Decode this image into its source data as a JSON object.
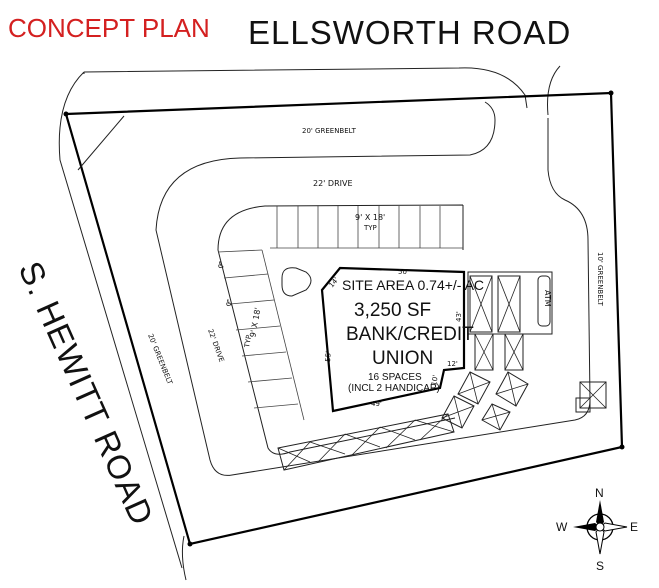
{
  "title": "CONCEPT PLAN",
  "title_color": "#d42020",
  "roads": {
    "north": "ELLSWORTH ROAD",
    "west": "S. HEWITT ROAD"
  },
  "labels": {
    "greenbelt_north": "20' GREENBELT",
    "greenbelt_east": "10' GREENBELT",
    "greenbelt_west": "20' GREENBELT",
    "drive_north": "22' DRIVE",
    "drive_west": "22' DRIVE",
    "stall_north_1": "9' X 18'",
    "stall_north_2": "TYP",
    "stall_west_1": "9' X 18'",
    "stall_west_2": "TYP",
    "atm": "ATM",
    "dim_top": "50'",
    "dim_bottom": "49'",
    "dim_left": "55'",
    "dim_right": "43'",
    "dim_notch_h": "12'",
    "dim_notch_v": "10'",
    "dim_corner": "14'"
  },
  "building": {
    "site_area": "SITE AREA 0.74+/- AC",
    "sqft": "3,250 SF",
    "use_line1": "BANK/CREDIT",
    "use_line2": "UNION",
    "spaces_line1": "16 SPACES",
    "spaces_line2": "(INCL 2 HANDICAP)"
  },
  "compass": {
    "n": "N",
    "s": "S",
    "e": "E",
    "w": "W"
  }
}
